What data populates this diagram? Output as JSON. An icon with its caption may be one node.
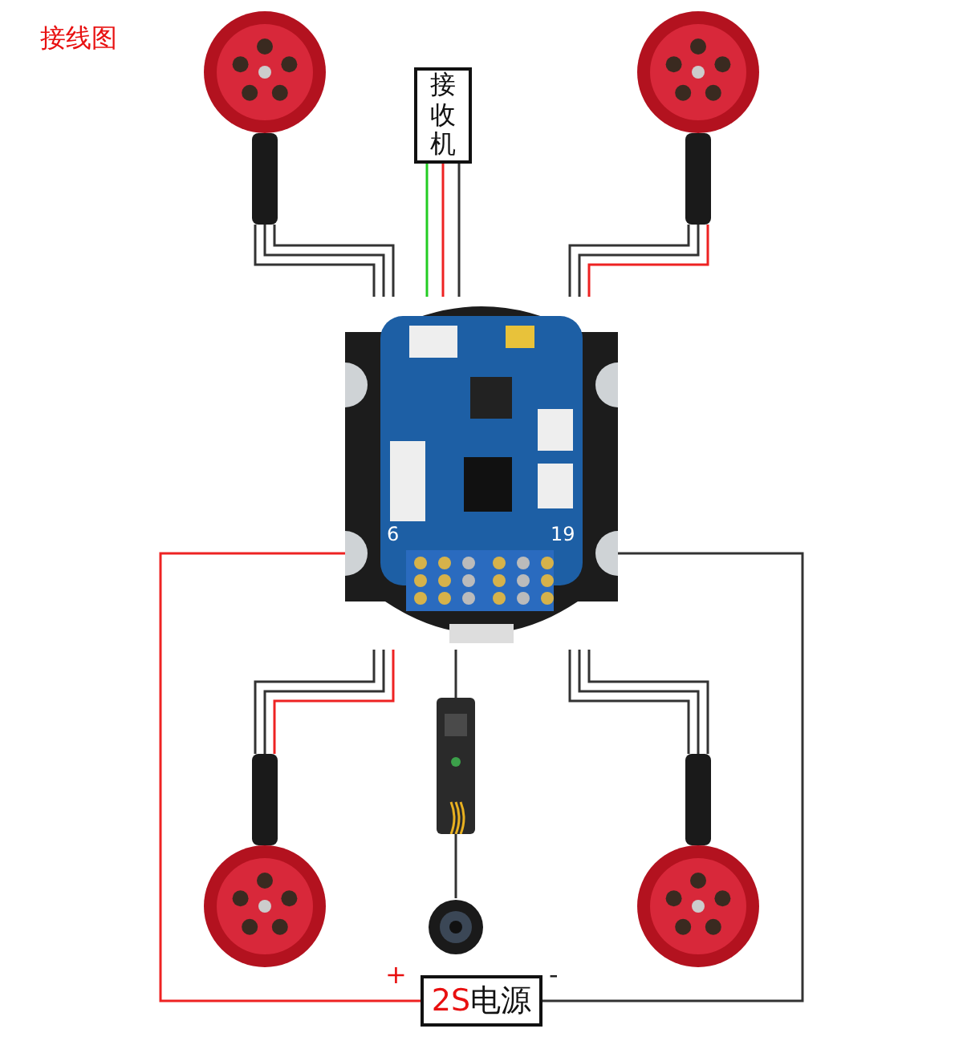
{
  "diagram": {
    "title": "接线图",
    "nodes": [
      {
        "text": [
          "接收机"
        ]
      },
      {
        "text": [],
        "shape": "picture"
      },
      {
        "text": [],
        "shape": "picture"
      },
      {
        "text": [],
        "shape": "picture"
      },
      {
        "text": [],
        "shape": "picture"
      },
      {
        "text": [],
        "shape": "picture"
      },
      {
        "text": [],
        "shape": "picture"
      },
      {
        "text": [],
        "shape": "picture"
      },
      {
        "text": [
          "2S",
          "电源"
        ],
        "beside": [
          "+",
          "-"
        ]
      }
    ],
    "edges": [
      {
        "from": 1,
        "to": 0,
        "arrow": "none",
        "color": "#22cc22"
      },
      {
        "from": 1,
        "to": 0,
        "arrow": "none",
        "color": "#ee2222"
      },
      {
        "from": 1,
        "to": 0,
        "arrow": "none"
      },
      {
        "from": 1,
        "to": 2,
        "arrow": "none"
      },
      {
        "from": 1,
        "to": 2,
        "arrow": "none"
      },
      {
        "from": 1,
        "to": 2,
        "arrow": "none"
      },
      {
        "from": 1,
        "to": 3,
        "arrow": "none",
        "color": "#ee2222"
      },
      {
        "from": 1,
        "to": 3,
        "arrow": "none"
      },
      {
        "from": 1,
        "to": 3,
        "arrow": "none"
      },
      {
        "from": 1,
        "to": 4,
        "arrow": "none"
      },
      {
        "from": 1,
        "to": 4,
        "arrow": "none"
      },
      {
        "from": 1,
        "to": 4,
        "arrow": "none",
        "color": "#ee2222"
      },
      {
        "from": 1,
        "to": 5,
        "arrow": "none"
      },
      {
        "from": 1,
        "to": 5,
        "arrow": "none"
      },
      {
        "from": 1,
        "to": 5,
        "arrow": "none"
      },
      {
        "from": 1,
        "to": 6,
        "arrow": "none"
      },
      {
        "from": 6,
        "to": 7,
        "arrow": "none"
      },
      {
        "from": 1,
        "to": 8,
        "arrow": "none",
        "color": "#ee2222"
      },
      {
        "from": 1,
        "to": 8,
        "arrow": "none"
      }
    ],
    "labels": [
      "6",
      "19"
    ]
  }
}
